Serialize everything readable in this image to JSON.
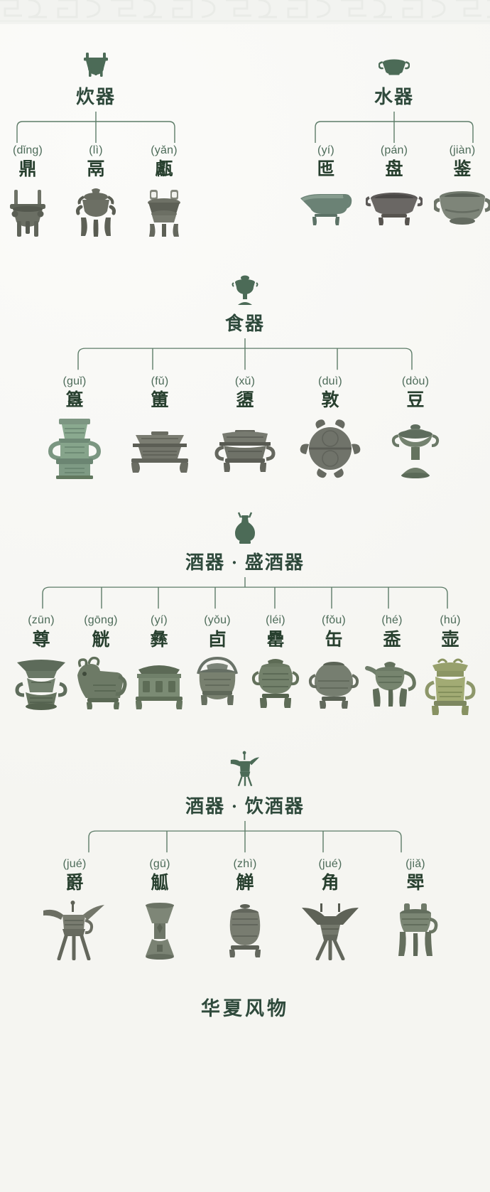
{
  "page": {
    "background_color": "#f7f7f4",
    "accent_color": "#2f4a3c",
    "pinyin_color": "#4d6b59",
    "footer_brand": "华夏风物"
  },
  "groups": [
    {
      "id": "cooking",
      "title": "炊器",
      "icon": "ding-tripod-icon",
      "items": [
        {
          "pinyin": "(dǐng)",
          "hanzi": "鼎",
          "icon": "ding-vessel-photo"
        },
        {
          "pinyin": "(lì)",
          "hanzi": "鬲",
          "icon": "li-vessel-photo"
        },
        {
          "pinyin": "(yǎn)",
          "hanzi": "甗",
          "icon": "yan-vessel-photo"
        }
      ]
    },
    {
      "id": "water",
      "title": "水器",
      "icon": "basin-icon",
      "items": [
        {
          "pinyin": "(yí)",
          "hanzi": "匜",
          "icon": "yi-vessel-photo"
        },
        {
          "pinyin": "(pán)",
          "hanzi": "盘",
          "icon": "pan-vessel-photo"
        },
        {
          "pinyin": "(jiàn)",
          "hanzi": "鉴",
          "icon": "jian-vessel-photo"
        }
      ]
    },
    {
      "id": "food",
      "title": "食器",
      "icon": "dou-stemmed-icon",
      "items": [
        {
          "pinyin": "(guǐ)",
          "hanzi": "簋",
          "icon": "gui-vessel-photo"
        },
        {
          "pinyin": "(fǔ)",
          "hanzi": "簠",
          "icon": "fu-vessel-photo"
        },
        {
          "pinyin": "(xǔ)",
          "hanzi": "盨",
          "icon": "xu-vessel-photo"
        },
        {
          "pinyin": "(duì)",
          "hanzi": "敦",
          "icon": "dui-vessel-photo"
        },
        {
          "pinyin": "(dòu)",
          "hanzi": "豆",
          "icon": "dou-vessel-photo"
        }
      ]
    },
    {
      "id": "wine-storage",
      "title": "酒器 · 盛酒器",
      "icon": "hu-flask-icon",
      "items": [
        {
          "pinyin": "(zūn)",
          "hanzi": "尊",
          "icon": "zun-vessel-photo"
        },
        {
          "pinyin": "(gōng)",
          "hanzi": "觥",
          "icon": "gong-vessel-photo"
        },
        {
          "pinyin": "(yí)",
          "hanzi": "彝",
          "icon": "yi2-vessel-photo"
        },
        {
          "pinyin": "(yǒu)",
          "hanzi": "卣",
          "icon": "you-vessel-photo"
        },
        {
          "pinyin": "(léi)",
          "hanzi": "罍",
          "icon": "lei-vessel-photo"
        },
        {
          "pinyin": "(fǒu)",
          "hanzi": "缶",
          "icon": "fou-vessel-photo"
        },
        {
          "pinyin": "(hé)",
          "hanzi": "盉",
          "icon": "he-vessel-photo"
        },
        {
          "pinyin": "(hú)",
          "hanzi": "壶",
          "icon": "hu-vessel-photo"
        }
      ]
    },
    {
      "id": "wine-drinking",
      "title": "酒器 · 饮酒器",
      "icon": "jue-cup-icon",
      "items": [
        {
          "pinyin": "(jué)",
          "hanzi": "爵",
          "icon": "jue-vessel-photo"
        },
        {
          "pinyin": "(gū)",
          "hanzi": "觚",
          "icon": "gu-vessel-photo"
        },
        {
          "pinyin": "(zhì)",
          "hanzi": "觯",
          "icon": "zhi-vessel-photo"
        },
        {
          "pinyin": "(jué)",
          "hanzi": "角",
          "icon": "jiao-vessel-photo"
        },
        {
          "pinyin": "(jiǎ)",
          "hanzi": "斝",
          "icon": "jia-vessel-photo"
        }
      ]
    }
  ]
}
